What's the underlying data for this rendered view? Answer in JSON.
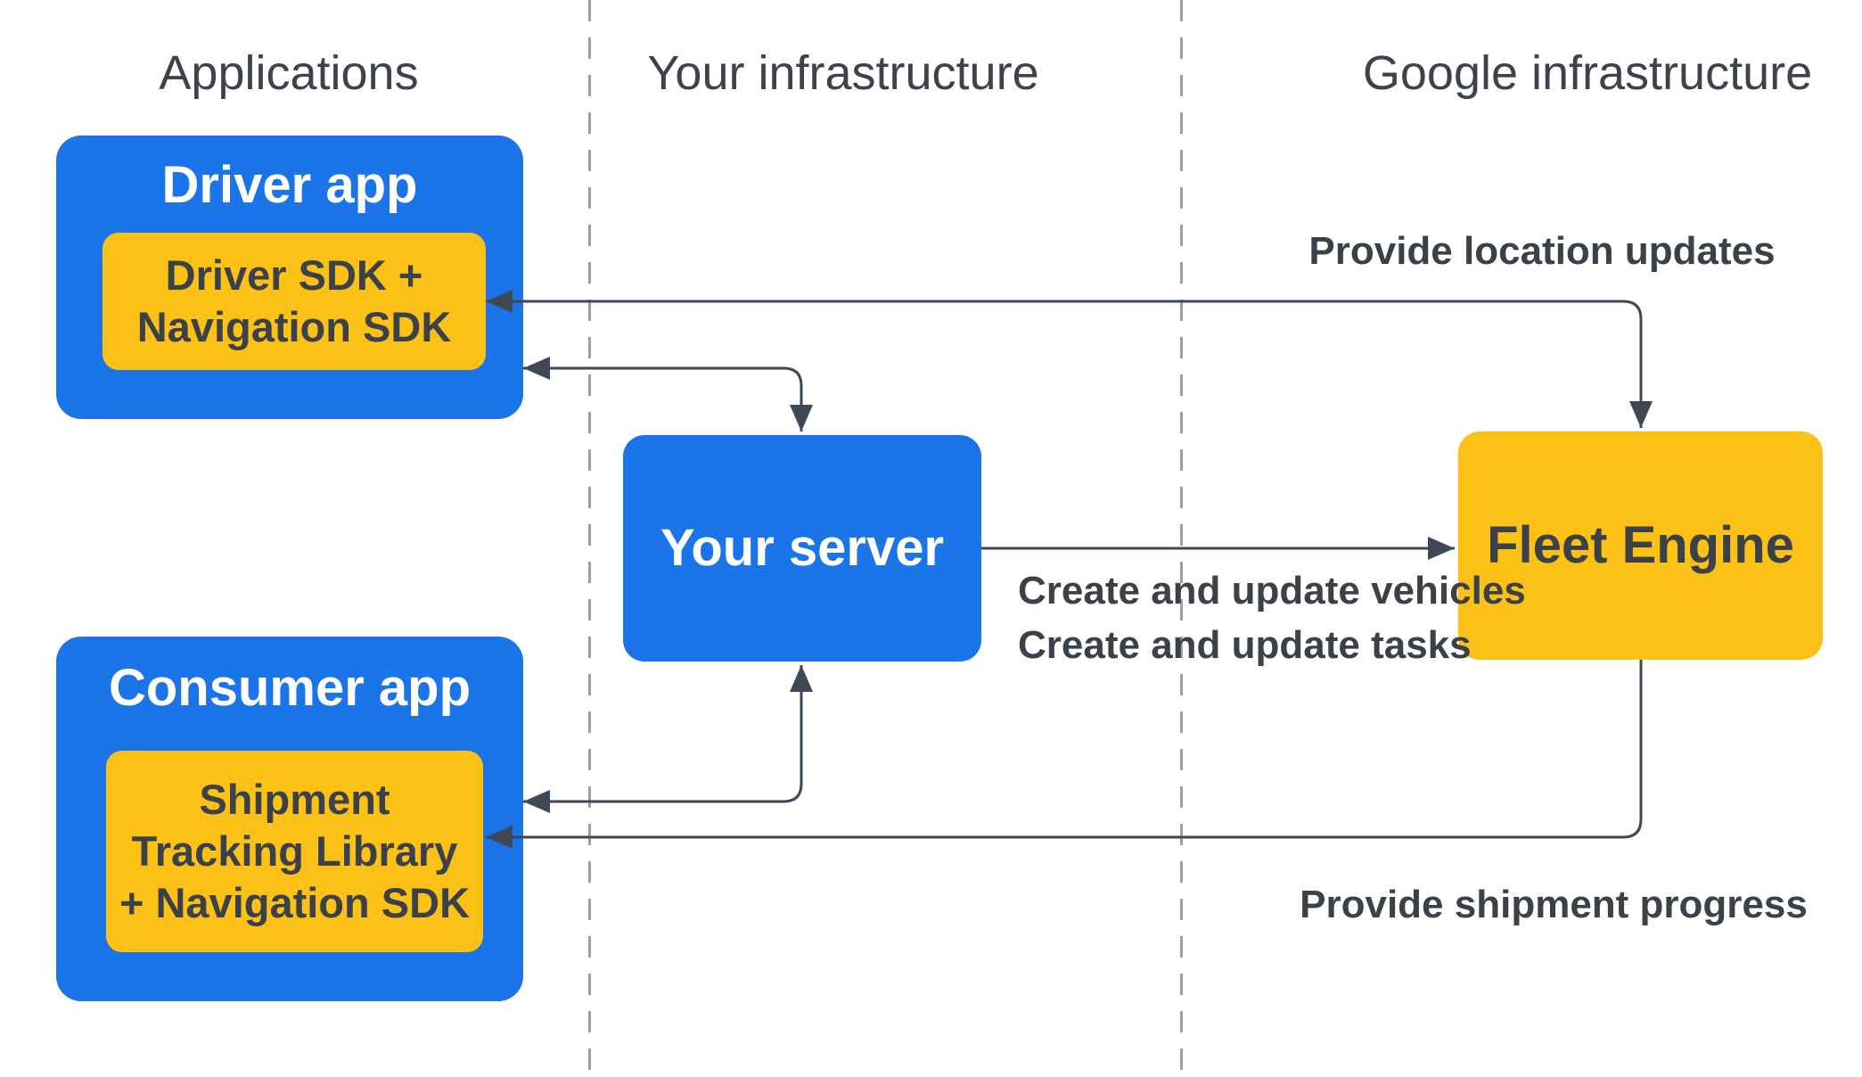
{
  "diagram": {
    "columns": [
      {
        "label": "Applications"
      },
      {
        "label": "Your infrastructure"
      },
      {
        "label": "Google infrastructure"
      }
    ],
    "nodes": {
      "driver_app": {
        "title": "Driver app",
        "inner_lines": [
          "Driver SDK +",
          "Navigation SDK"
        ]
      },
      "consumer_app": {
        "title": "Consumer app",
        "inner_lines": [
          "Shipment",
          "Tracking Library",
          "+ Navigation SDK"
        ]
      },
      "your_server": {
        "title": "Your server"
      },
      "fleet_engine": {
        "title": "Fleet Engine"
      }
    },
    "edge_labels": {
      "provide_location_updates": "Provide location updates",
      "create_update_lines": [
        "Create and update vehicles",
        "Create and update tasks"
      ],
      "provide_shipment_progress": "Provide shipment progress"
    },
    "colors": {
      "blue": "#1b74e8",
      "yellow": "#fcc117",
      "arrow": "#3f4956",
      "divider": "#9aa0a6",
      "header_text": "#3c434d",
      "dark_text": "#3b4149",
      "white_text": "#ffffff",
      "background": "#ffffff"
    }
  }
}
